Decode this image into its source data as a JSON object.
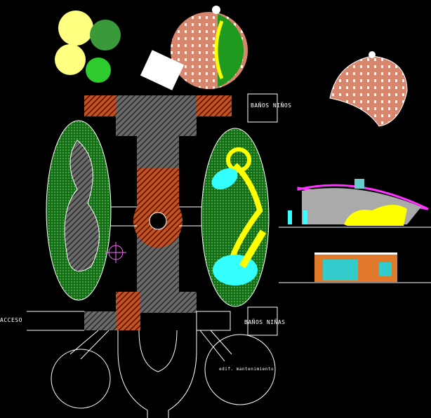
{
  "labels": {
    "banos_ninos": "BAÑOS NIÑOS",
    "banos_ninas": "BAÑOS NIÑAS",
    "acceso": "ACCESO",
    "mantenimiento": "edif. mantenimiento"
  },
  "colors": {
    "background": "#000000",
    "lines": "#ffffff",
    "paving_orange": "#c8501e",
    "green": "#1e8c1e",
    "cyan": "#33ffff",
    "yellow": "#ffff00",
    "pink": "#e08a70"
  }
}
